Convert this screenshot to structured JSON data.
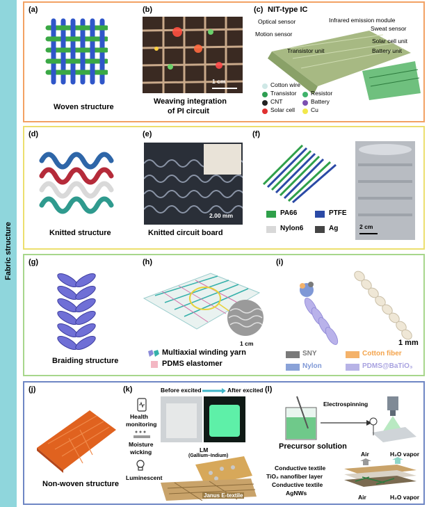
{
  "sidebar": {
    "label": "Fabric structure"
  },
  "panel1": {
    "a": {
      "label": "(a)",
      "caption": "Woven structure"
    },
    "b": {
      "label": "(b)",
      "caption_line1": "Weaving integration",
      "caption_line2": "of PI circuit",
      "scale": "1 cm"
    },
    "c": {
      "label": "(c)",
      "title": "NIT-type IC",
      "callouts": [
        "Optical sensor",
        "Infrared emission module",
        "Motion sensor",
        "Sweat sensor",
        "Solar cell unit",
        "Transistor unit",
        "Battery unit"
      ],
      "legend": [
        {
          "name": "Cotton wire",
          "color": "#cfe8e6"
        },
        {
          "name": "Resistor",
          "color": "#3fb36b"
        },
        {
          "name": "Transistor",
          "color": "#2e9e52"
        },
        {
          "name": "Battery",
          "color": "#7b4fb0"
        },
        {
          "name": "CNT",
          "color": "#222222"
        },
        {
          "name": "Cu",
          "color": "#f2e84a"
        },
        {
          "name": "Solar cell",
          "color": "#e03030"
        }
      ]
    }
  },
  "panel2": {
    "d": {
      "label": "(d)",
      "caption": "Knitted structure"
    },
    "e": {
      "label": "(e)",
      "caption": "Knitted circuit board",
      "scale": "2.00 mm"
    },
    "f": {
      "label": "(f)",
      "scale": "2 cm",
      "legend": [
        {
          "name": "PA66",
          "color": "#2fa04a"
        },
        {
          "name": "PTFE",
          "color": "#2b4aa6"
        },
        {
          "name": "Nylon6",
          "color": "#d8d8d8"
        },
        {
          "name": "Ag",
          "color": "#444444"
        }
      ]
    }
  },
  "panel3": {
    "g": {
      "label": "(g)",
      "caption": "Braiding structure"
    },
    "h": {
      "label": "(h)",
      "scale": "1 cm",
      "legend1": "Multiaxial winding yarn",
      "legend2": "PDMS elastomer"
    },
    "i": {
      "label": "(i)",
      "scale": "1 mm",
      "legend": [
        {
          "name": "SNY",
          "color": "#7a7a7a",
          "text_color": "#7a7a7a"
        },
        {
          "name": "Cotton fiber",
          "color": "#f4b26a",
          "text_color": "#f4a34a"
        },
        {
          "name": "Nylon",
          "color": "#8aa2d8",
          "text_color": "#7f98d6"
        },
        {
          "name": "PDMS@BaTiO₃",
          "color": "#b7b3e6",
          "text_color": "#a8a2e0"
        }
      ]
    }
  },
  "panel4": {
    "j": {
      "label": "(j)",
      "caption": "Non-woven structure"
    },
    "k": {
      "label": "(k)",
      "before": "Before excited",
      "after": "After excited",
      "health1": "Health",
      "health2": "monitoring",
      "moist1": "Moisture",
      "moist2": "wicking",
      "lum": "Luminescent",
      "lm1": "LM",
      "lm2": "(Gallium–Indium)",
      "janus": "Janus E-textile"
    },
    "l": {
      "label": "(l)",
      "electro": "Electrospinning",
      "precursor": "Precursor solution",
      "air_top": "Air",
      "h2o_top": "H₂O vapor",
      "layers": [
        "Conductive textile",
        "TiO₂ nanofiber layer",
        "Conductive textile",
        "AgNWs"
      ],
      "air_bottom": "Air",
      "h2o_bottom": "H₂O vapor"
    }
  }
}
